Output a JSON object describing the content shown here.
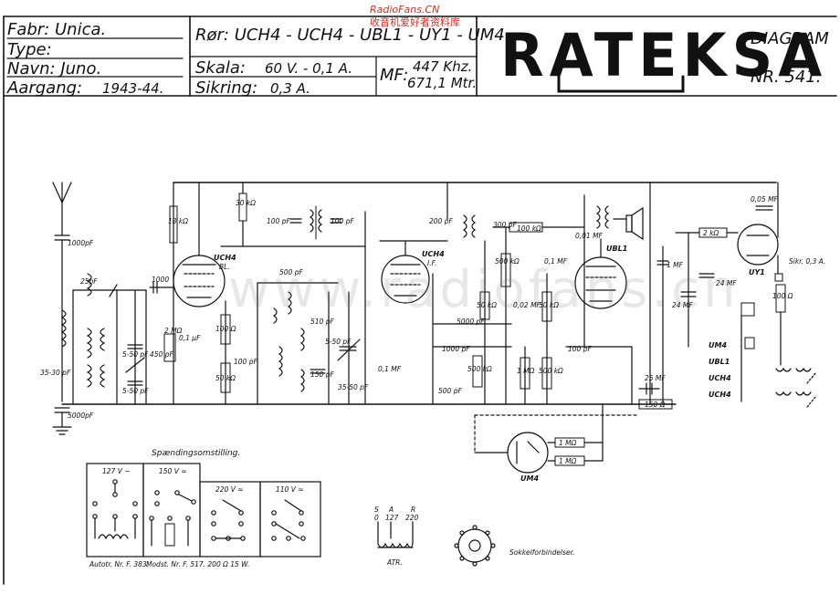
{
  "header": {
    "fabr": "Fabr: Unica.",
    "type": "Type:",
    "navn": "Navn: Juno.",
    "aargang_label": "Aargang:",
    "aargang_value": "1943-44.",
    "ror": "Rør: UCH4 - UCH4 - UBL1 - UY1 - UM4.",
    "skala_label": "Skala:",
    "skala_value": "60 V. - 0,1 A.",
    "sikring_label": "Sikring:",
    "sikring_value": "0,3 A.",
    "mf_label": "MF:",
    "mf_value1": "447 Khz.",
    "mf_value2": "671,1 Mtr.",
    "brand": "RATEKSA",
    "diagram_label": "DIAGRAM",
    "diagram_nr": "NR. 541."
  },
  "watermark": {
    "site": "RadioFans.CN",
    "chinese": "收音机爱好者资料库",
    "big": "www.radiofans.cn"
  },
  "tubes": {
    "v1": "UCH4",
    "v1_sub": "BL.",
    "v2": "UCH4",
    "v2_sub": "I.F.",
    "v3": "UBL1",
    "v4": "UY1",
    "v5": "UM4"
  },
  "components": {
    "c_ant": "1000pF",
    "c_gnd": "5000pF",
    "c_25": "25pF",
    "c_3530": "35-30 pF",
    "c_550a": "5-50 pF",
    "c_550b": "5-50 pF",
    "c_1000a": "1000",
    "c_450": "450 pF",
    "r_2m": "2 MΩ",
    "c_01": "0,1 µF",
    "r_18k": "18 kΩ",
    "r_30k": "30 kΩ",
    "r_100": "100 Ω",
    "r_50k": "50 kΩ",
    "c_100pf": "100 pF",
    "c_100pf2": "100 pF",
    "c_100pf3": "100 pF",
    "c_500pf": "500 pF",
    "c_510": "510 pF",
    "c_150": "150 pF",
    "c_5_50": "5-50 pF",
    "c_35_50": "35-50 pF",
    "c_01mf": "0,1 MF",
    "c_200pf": "200 pF",
    "c_300pf": "300 pF",
    "r_100k": "100 kΩ",
    "r_500k": "500 kΩ",
    "c_01mf2": "0,1 MF",
    "c_002": "0,02 MF",
    "r_50k2": "50 kΩ",
    "r_50k3": "50 kΩ",
    "c_5000": "5000 pF",
    "c_1000b": "1000 pF",
    "c_500b": "500 pF",
    "r_500k2": "500 kΩ",
    "r_1m": "1 MΩ",
    "r_500k3": "500 kΩ",
    "c_100pf4": "100 pF",
    "c_25mf": "25 MF",
    "r_150": "150 Ω",
    "c_01mf3": "0,01 MF",
    "c_1mf": "1 MF",
    "r_2k": "2 kΩ",
    "c_24mf": "24 MF",
    "c_24mf2": "24 MF",
    "c_005": "0,05 MF",
    "sikr": "Sikr. 0,3 A.",
    "r_100b": "100 Ω",
    "r_1m_a": "1 MΩ",
    "r_1m_b": "1 MΩ"
  },
  "switch_labels": [
    "UM4",
    "UBL1",
    "UCH4",
    "UCH4"
  ],
  "voltage_section": {
    "title": "Spændingsomstilling.",
    "v127": "127 V ~",
    "v150": "150 V ≃",
    "v220": "220 V ≃",
    "v110": "110 V ≃",
    "note1": "Autotr. Nr. F. 383.",
    "note2": "Modst. Nr. F. 517. 200 Ω 15 W.",
    "atr_taps": [
      "0",
      "127",
      "220"
    ],
    "atr_top": [
      "S",
      "A",
      "R"
    ],
    "atr": "ATR.",
    "sokkel": "Sokkelforbindelser."
  }
}
